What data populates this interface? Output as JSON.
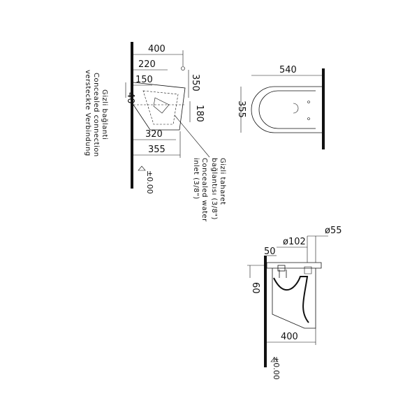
{
  "views": {
    "side": {
      "dims": {
        "d400": "400",
        "d220": "220",
        "d150": "150",
        "d350": "350",
        "d40": "40",
        "d180": "180",
        "d320": "320",
        "d355": "355"
      },
      "level": "±0.00",
      "connection_label": [
        "Gizli bağlanti",
        "Concealed connection",
        "versteckte Verbindung"
      ],
      "water_inlet_label": [
        "Gizli taharet",
        "bağlantısı (3/8\")",
        "Concealed water",
        "inlet (3/8\")"
      ]
    },
    "top": {
      "dims": {
        "d540": "540",
        "d355": "355"
      }
    },
    "section": {
      "dims": {
        "d55": "ø55",
        "d102": "ø102",
        "d50": "50",
        "d60": "60",
        "d400": "400"
      },
      "level": "±0.00"
    }
  }
}
